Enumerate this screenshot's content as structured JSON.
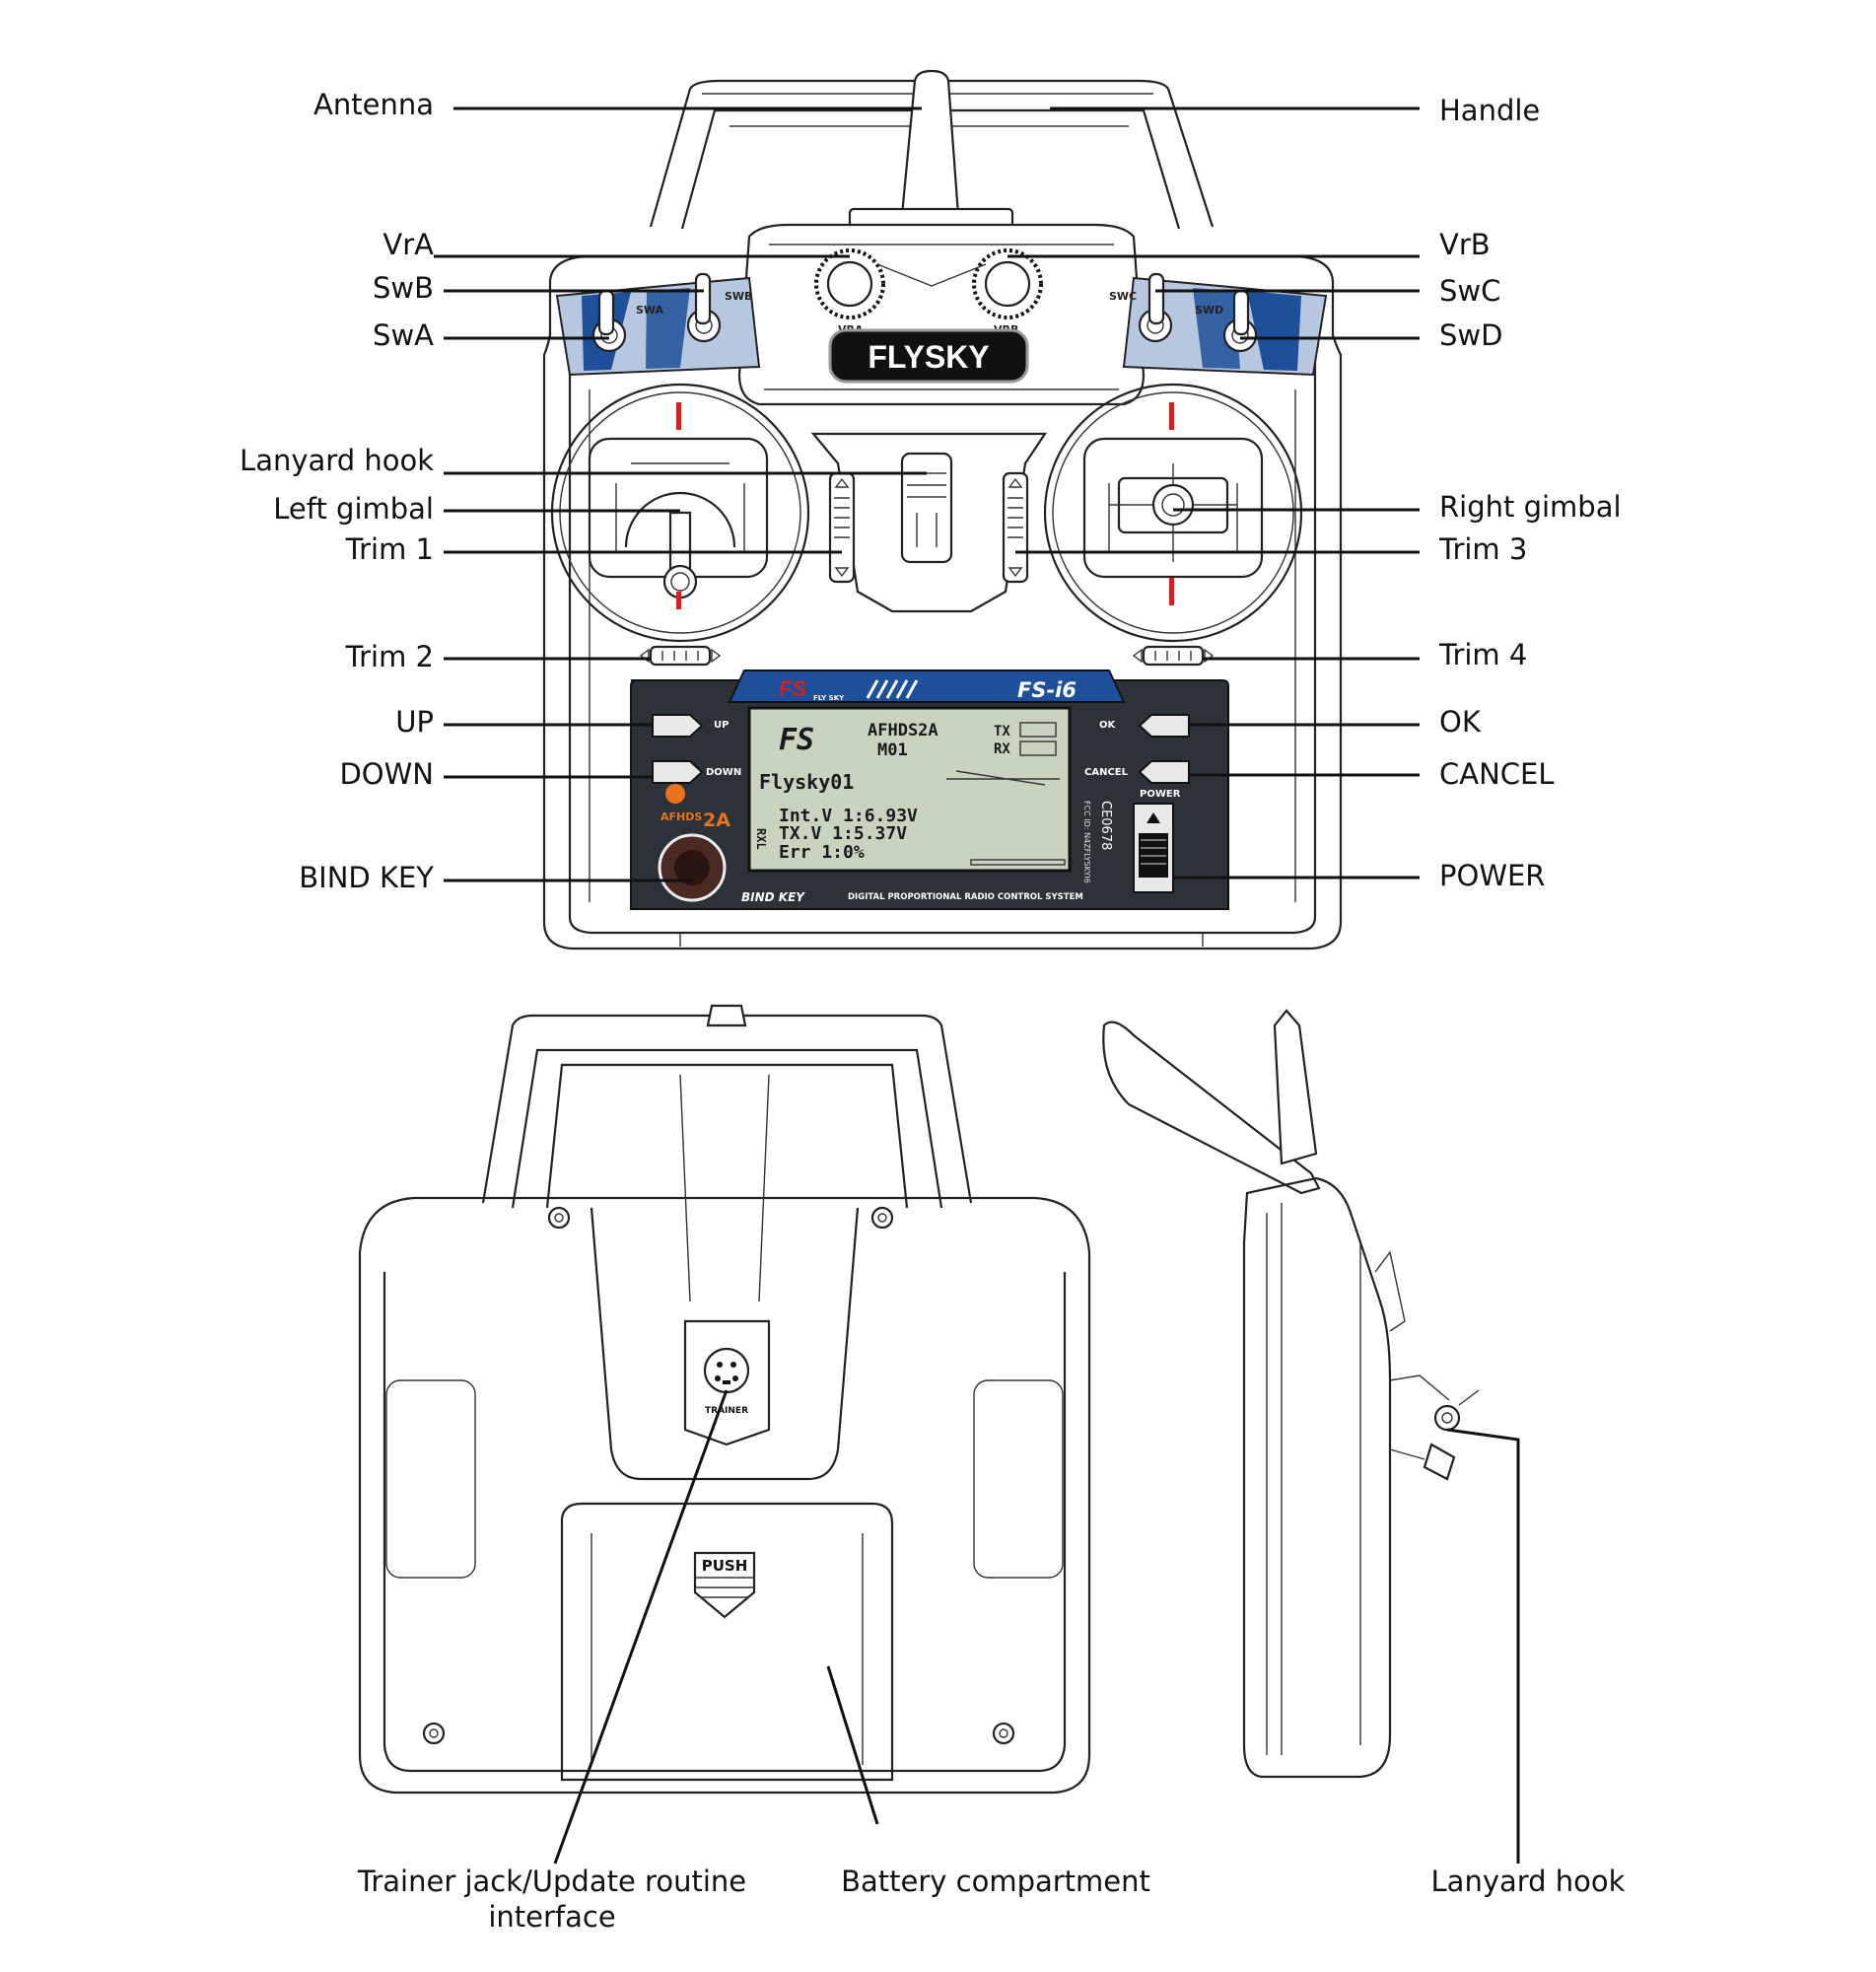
{
  "front_labels_left": [
    {
      "id": "antenna",
      "text": "Antenna"
    },
    {
      "id": "vra",
      "text": "VrA"
    },
    {
      "id": "swb",
      "text": "SwB"
    },
    {
      "id": "swa",
      "text": "SwA"
    },
    {
      "id": "lanyard-hook-front",
      "text": "Lanyard hook"
    },
    {
      "id": "left-gimbal",
      "text": "Left gimbal"
    },
    {
      "id": "trim-1",
      "text": "Trim 1"
    },
    {
      "id": "trim-2",
      "text": "Trim 2"
    },
    {
      "id": "up",
      "text": "UP"
    },
    {
      "id": "down",
      "text": "DOWN"
    },
    {
      "id": "bind-key",
      "text": "BIND KEY"
    }
  ],
  "front_labels_right": [
    {
      "id": "handle",
      "text": "Handle"
    },
    {
      "id": "vrb",
      "text": "VrB"
    },
    {
      "id": "swc",
      "text": "SwC"
    },
    {
      "id": "swd",
      "text": "SwD"
    },
    {
      "id": "right-gimbal",
      "text": "Right gimbal"
    },
    {
      "id": "trim-3",
      "text": "Trim 3"
    },
    {
      "id": "trim-4",
      "text": "Trim 4"
    },
    {
      "id": "ok",
      "text": "OK"
    },
    {
      "id": "cancel",
      "text": "CANCEL"
    },
    {
      "id": "power",
      "text": "POWER"
    }
  ],
  "bottom_labels": {
    "trainer_line1": "Trainer jack/Update routine",
    "trainer_line2": "interface",
    "battery": "Battery compartment",
    "lanyard_side": "Lanyard hook"
  },
  "device": {
    "brand": "FLYSKY",
    "model": "FS-i6",
    "vra_mark": "VRA",
    "vrb_mark": "VRB",
    "swa_mark": "SWA",
    "swb_mark": "SWB",
    "swc_mark": "SWC",
    "swd_mark": "SWD",
    "up_mark": "UP",
    "down_mark": "DOWN",
    "ok_mark": "OK",
    "cancel_mark": "CANCEL",
    "power_mark": "POWER",
    "bind_mark": "BIND KEY",
    "system_text": "DIGITAL PROPORTIONAL RADIO CONTROL SYSTEM",
    "badge_text": "AFHDS",
    "badge_ver": "2A",
    "ce_mark": "CE0678",
    "fcc_text": "FCC ID: N4ZFLYSKYI6",
    "trainer_mark": "TRAINER",
    "push_mark": "PUSH",
    "fs_logo": "FS",
    "fs_sub": "FLY SKY"
  },
  "lcd": {
    "protocol": "AFHDS2A",
    "model": "M01",
    "tx": "TX",
    "rx": "RX",
    "name": "Flysky01",
    "int_v": "Int.V 1:6.93V",
    "tx_v": "TX.V 1:5.37V",
    "err": "Err  1:0%",
    "rxl": "RXL"
  },
  "colors": {
    "panel_blue": "#1d4f9a",
    "panel_dark": "#2d3238",
    "lcd_green": "#c9d4c0",
    "trim_red": "#d21f1f",
    "bind_brown": "#4a2a22",
    "badge_orange": "#e8731c"
  }
}
